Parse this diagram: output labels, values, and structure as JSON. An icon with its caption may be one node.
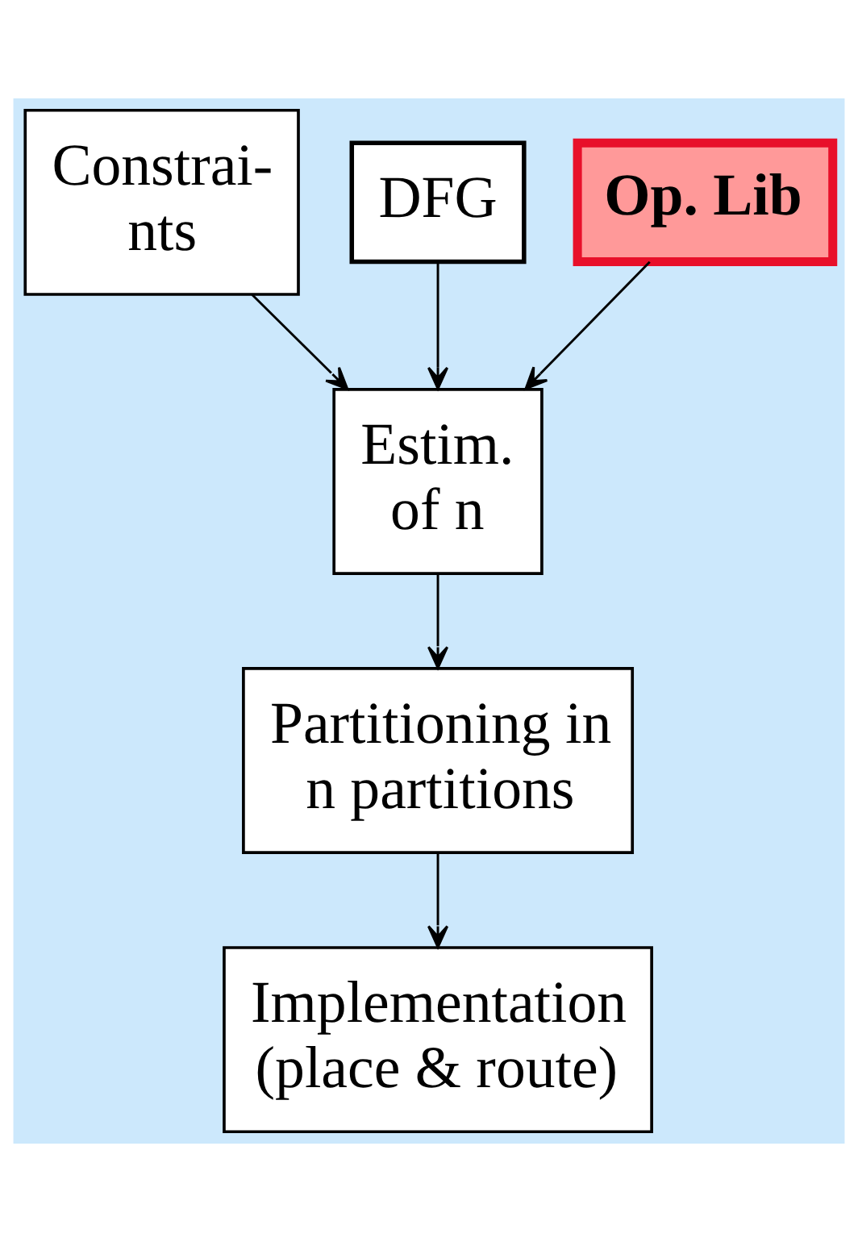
{
  "diagram": {
    "nodes": [
      {
        "text": [
          "Constrai- nts"
        ]
      },
      {
        "text": [
          "DFG"
        ]
      },
      {
        "text": [
          "Op. Lib"
        ]
      },
      {
        "text": [
          "Estim. of n"
        ]
      },
      {
        "text": [
          "Partitioning in n partitions"
        ]
      },
      {
        "text": [
          "Implementation (place & route)"
        ]
      }
    ],
    "edges": [
      {
        "from": 0,
        "to": 3,
        "arrow": "to"
      },
      {
        "from": 1,
        "to": 3,
        "arrow": "to"
      },
      {
        "from": 2,
        "to": 3,
        "arrow": "to"
      },
      {
        "from": 3,
        "to": 4,
        "arrow": "to"
      },
      {
        "from": 4,
        "to": 5,
        "arrow": "to"
      }
    ]
  }
}
